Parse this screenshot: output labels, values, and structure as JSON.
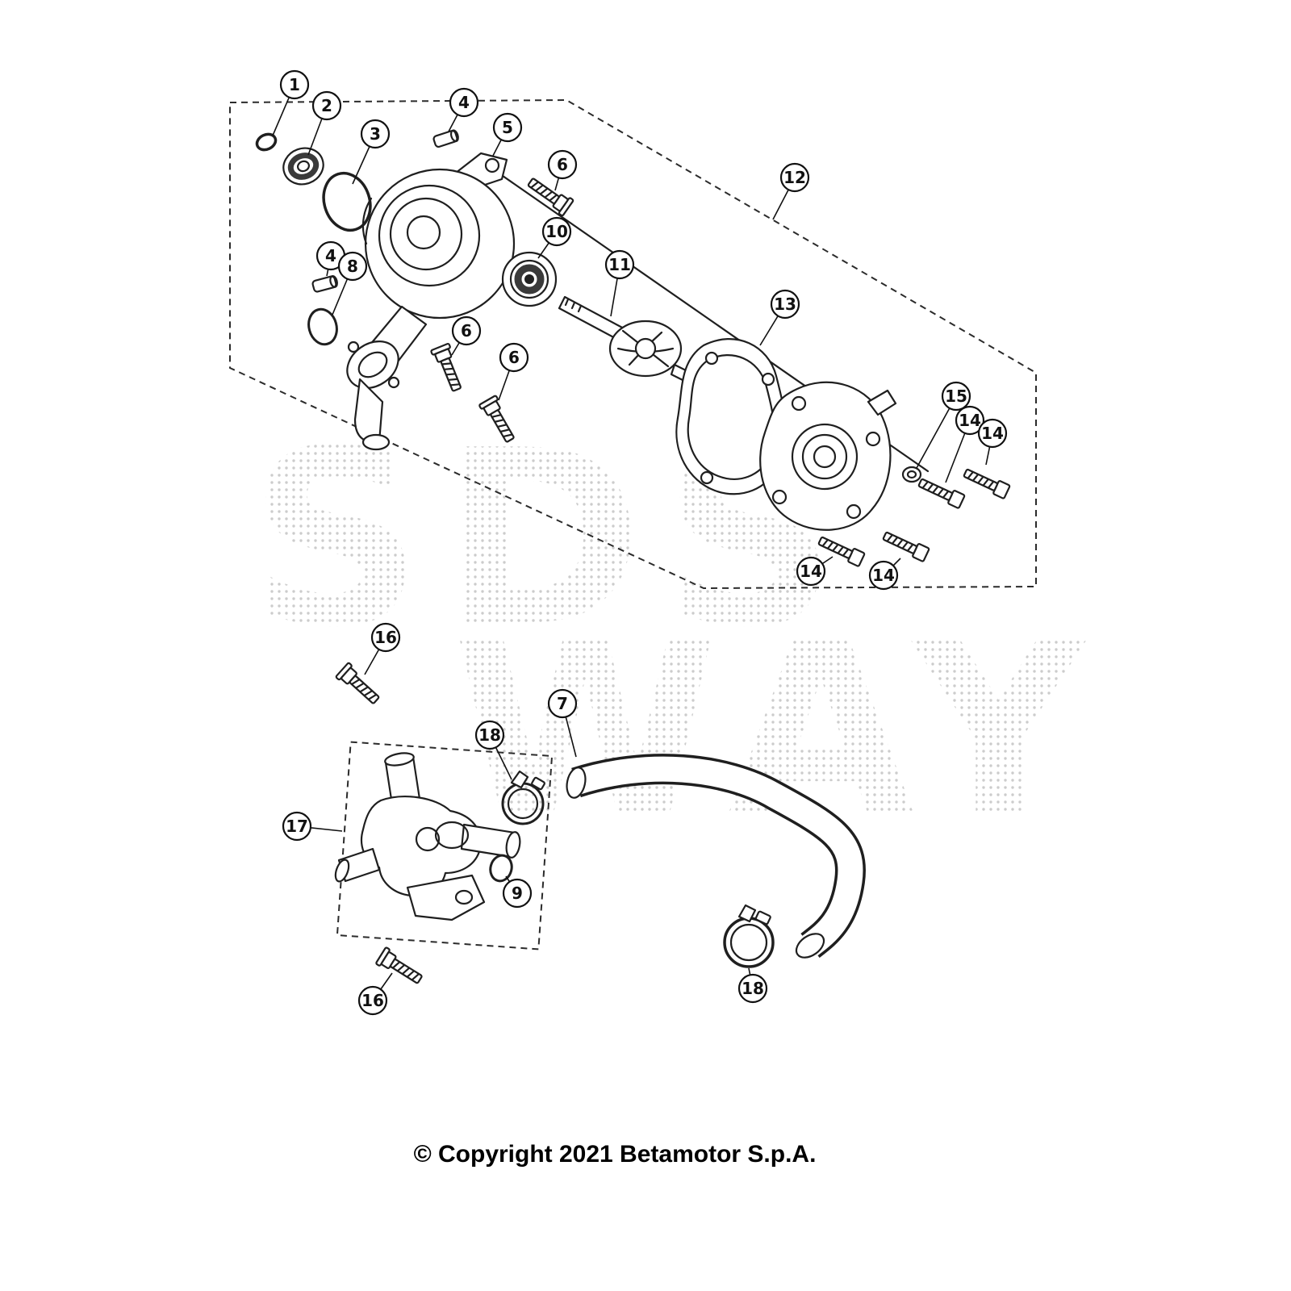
{
  "watermark": {
    "line1": "SDS",
    "line2": "WAY"
  },
  "footer": {
    "copyright": "© Copyright 2021 Betamotor S.p.A."
  },
  "callouts": [
    {
      "label": "1"
    },
    {
      "label": "2"
    },
    {
      "label": "3"
    },
    {
      "label": "4"
    },
    {
      "label": "5"
    },
    {
      "label": "6"
    },
    {
      "label": "10"
    },
    {
      "label": "11"
    },
    {
      "label": "12"
    },
    {
      "label": "4"
    },
    {
      "label": "8"
    },
    {
      "label": "6"
    },
    {
      "label": "6"
    },
    {
      "label": "13"
    },
    {
      "label": "15"
    },
    {
      "label": "14"
    },
    {
      "label": "14"
    },
    {
      "label": "14"
    },
    {
      "label": "14"
    },
    {
      "label": "16"
    },
    {
      "label": "7"
    },
    {
      "label": "18"
    },
    {
      "label": "17"
    },
    {
      "label": "9"
    },
    {
      "label": "16"
    },
    {
      "label": "18"
    }
  ]
}
